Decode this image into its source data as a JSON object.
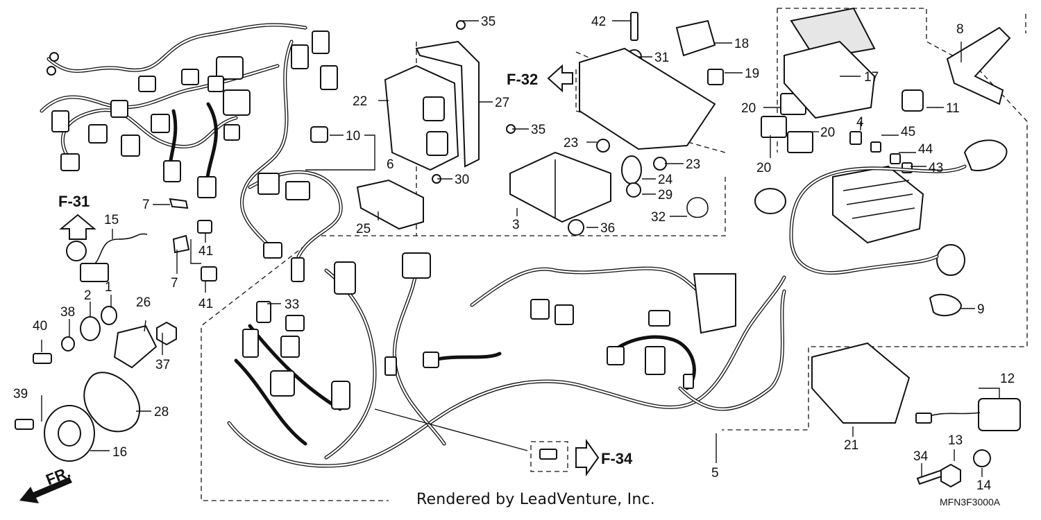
{
  "callouts": {
    "p1": "1",
    "p2": "2",
    "p3": "3",
    "p4": "4",
    "p5": "5",
    "p6": "6",
    "p7a": "7",
    "p7b": "7",
    "p8": "8",
    "p9": "9",
    "p10": "10",
    "p11": "11",
    "p12": "12",
    "p13": "13",
    "p14": "14",
    "p15": "15",
    "p16": "16",
    "p17": "17",
    "p18": "18",
    "p19": "19",
    "p20a": "20",
    "p20b": "20",
    "p20c": "20",
    "p21": "21",
    "p22": "22",
    "p23a": "23",
    "p23b": "23",
    "p24": "24",
    "p25": "25",
    "p26": "26",
    "p27": "27",
    "p28": "28",
    "p29": "29",
    "p30": "30",
    "p31": "31",
    "p32": "32",
    "p33": "33",
    "p34": "34",
    "p35a": "35",
    "p35b": "35",
    "p36": "36",
    "p37": "37",
    "p38": "38",
    "p39": "39",
    "p40": "40",
    "p41a": "41",
    "p41b": "41",
    "p42": "42",
    "p43": "43",
    "p44": "44",
    "p45": "45"
  },
  "references": {
    "f31": "F-31",
    "f32": "F-32",
    "f34": "F-34",
    "front": "FR."
  },
  "credit": "Rendered by LeadVenture, Inc.",
  "diagram_code": "MFN3F3000A"
}
